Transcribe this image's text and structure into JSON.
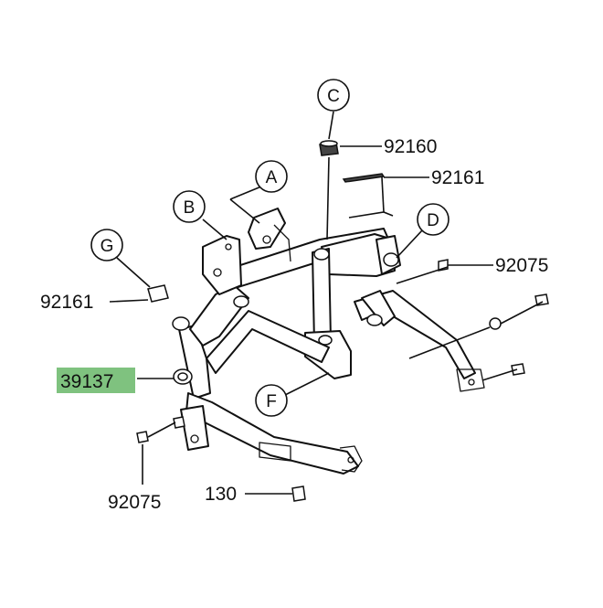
{
  "diagram": {
    "callouts": {
      "A": "A",
      "B": "B",
      "C": "C",
      "D": "D",
      "F": "F",
      "G": "G"
    },
    "parts": {
      "p92160": "92160",
      "p92161_top": "92161",
      "p92075_right": "92075",
      "p92161_left": "92161",
      "p39137": "39137",
      "p92075_bottom": "92075",
      "p130": "130"
    },
    "colors": {
      "highlight": "#7fc27f",
      "ink": "#111111"
    }
  }
}
